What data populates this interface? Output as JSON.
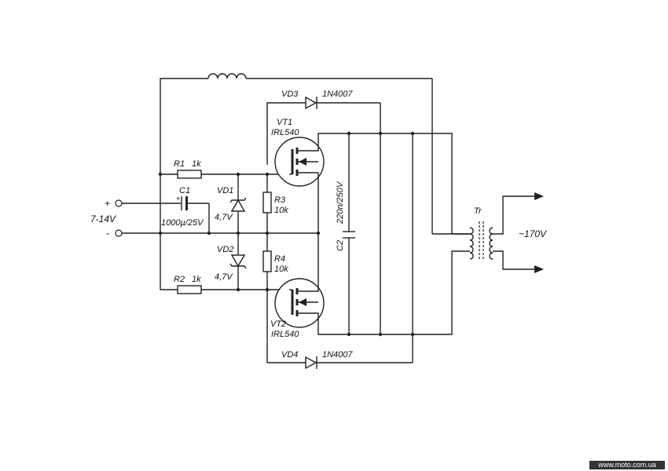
{
  "components": {
    "vd3": {
      "ref": "VD3",
      "part": "1N4007"
    },
    "vd4": {
      "ref": "VD4",
      "part": "1N4007"
    },
    "vt1": {
      "ref": "VT1",
      "part": "IRL540"
    },
    "vt2": {
      "ref": "VT2",
      "part": "IRL540"
    },
    "r1": {
      "ref": "R1",
      "value": "1k"
    },
    "r2": {
      "ref": "R2",
      "value": "1k"
    },
    "r3": {
      "ref": "R3",
      "value": "10k"
    },
    "r4": {
      "ref": "R4",
      "value": "10k"
    },
    "c1": {
      "ref": "C1",
      "value": "1000µ/25V"
    },
    "c2": {
      "ref": "C2",
      "value": "220n/250V"
    },
    "vd1": {
      "ref": "VD1",
      "value": "4,7V"
    },
    "vd2": {
      "ref": "VD2",
      "value": "4,7V"
    },
    "tr": {
      "ref": "Tr"
    }
  },
  "input": {
    "plus": "+",
    "minus": "-",
    "voltage": "7-14V"
  },
  "output": {
    "voltage": "~170V"
  },
  "watermark": "www.moto.com.ua"
}
